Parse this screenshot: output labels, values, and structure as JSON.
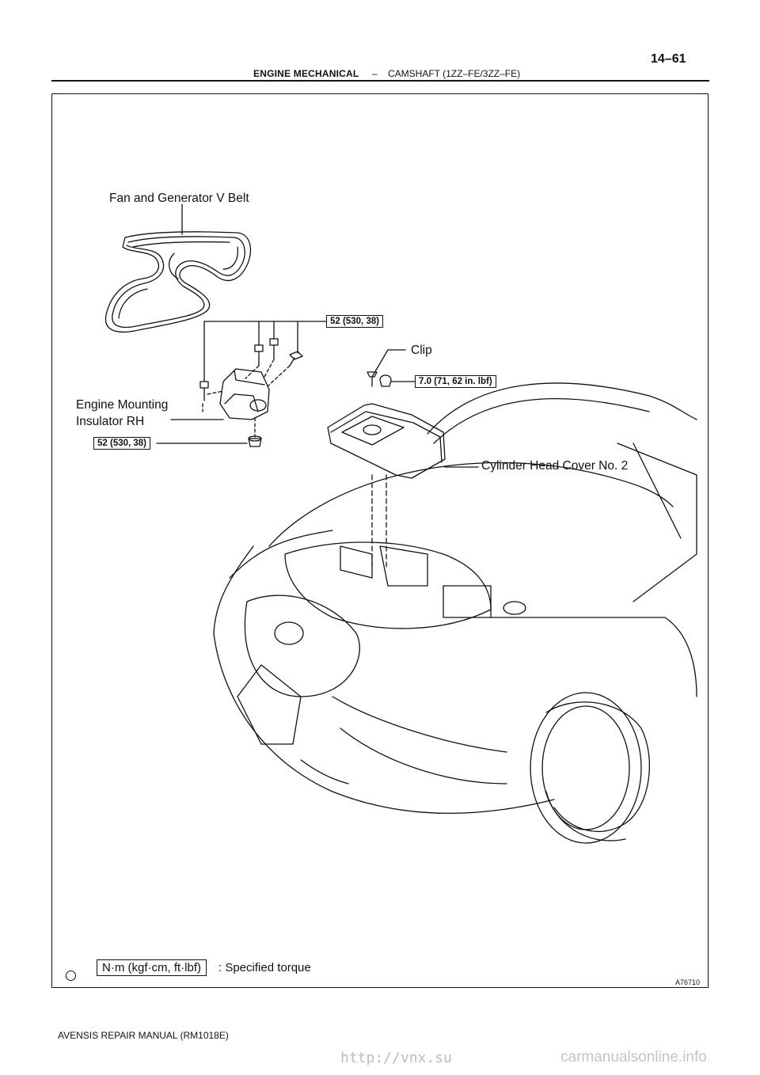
{
  "header": {
    "section": "ENGINE MECHANICAL",
    "separator": "–",
    "subsection": "CAMSHAFT (1ZZ–FE/3ZZ–FE)",
    "page_number": "14–61"
  },
  "diagram": {
    "labels": {
      "belt": "Fan and Generator V Belt",
      "clip": "Clip",
      "mount_line1": "Engine Mounting",
      "mount_line2": "Insulator RH",
      "cover": "Cylinder Head Cover No. 2"
    },
    "torque_specs": {
      "mount_bolts": "52 (530, 38)",
      "clip_nut": "7.0 (71, 62 in. lbf)",
      "mount_nut": "52 (530, 38)"
    },
    "legend": {
      "unit_box": "N·m (kgf·cm, ft·lbf)",
      "description": ": Specified torque"
    },
    "figure_id": "A76710"
  },
  "footer": {
    "manual": "AVENSIS REPAIR MANUAL   (RM1018E)"
  },
  "watermarks": {
    "url": "http://vnx.su",
    "site": "carmanualsonline.info"
  }
}
